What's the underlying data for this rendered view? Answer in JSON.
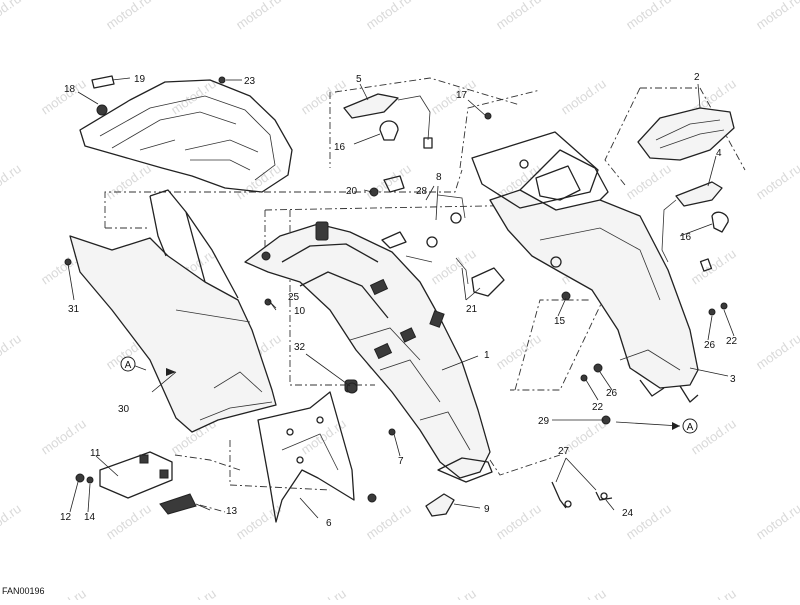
{
  "diagram": {
    "code": "FAN00196",
    "watermark": "motod.ru",
    "reference_marker": "A",
    "labels": [
      {
        "id": "l1",
        "text": "1"
      },
      {
        "id": "l2",
        "text": "2"
      },
      {
        "id": "l3",
        "text": "3"
      },
      {
        "id": "l4",
        "text": "4"
      },
      {
        "id": "l5",
        "text": "5"
      },
      {
        "id": "l6",
        "text": "6"
      },
      {
        "id": "l7",
        "text": "7"
      },
      {
        "id": "l8",
        "text": "8"
      },
      {
        "id": "l9",
        "text": "9"
      },
      {
        "id": "l10",
        "text": "10"
      },
      {
        "id": "l11",
        "text": "11"
      },
      {
        "id": "l12",
        "text": "12"
      },
      {
        "id": "l13",
        "text": "13"
      },
      {
        "id": "l14",
        "text": "14"
      },
      {
        "id": "l15",
        "text": "15"
      },
      {
        "id": "l16a",
        "text": "16"
      },
      {
        "id": "l16b",
        "text": "16"
      },
      {
        "id": "l17",
        "text": "17"
      },
      {
        "id": "l18",
        "text": "18"
      },
      {
        "id": "l19",
        "text": "19"
      },
      {
        "id": "l20",
        "text": "20"
      },
      {
        "id": "l21",
        "text": "21"
      },
      {
        "id": "l22a",
        "text": "22"
      },
      {
        "id": "l22b",
        "text": "22"
      },
      {
        "id": "l23",
        "text": "23"
      },
      {
        "id": "l24",
        "text": "24"
      },
      {
        "id": "l25",
        "text": "25"
      },
      {
        "id": "l26a",
        "text": "26"
      },
      {
        "id": "l26b",
        "text": "26"
      },
      {
        "id": "l27",
        "text": "27"
      },
      {
        "id": "l28",
        "text": "28"
      },
      {
        "id": "l29",
        "text": "29"
      },
      {
        "id": "l30",
        "text": "30"
      },
      {
        "id": "l31",
        "text": "31"
      },
      {
        "id": "l32",
        "text": "32"
      }
    ]
  }
}
